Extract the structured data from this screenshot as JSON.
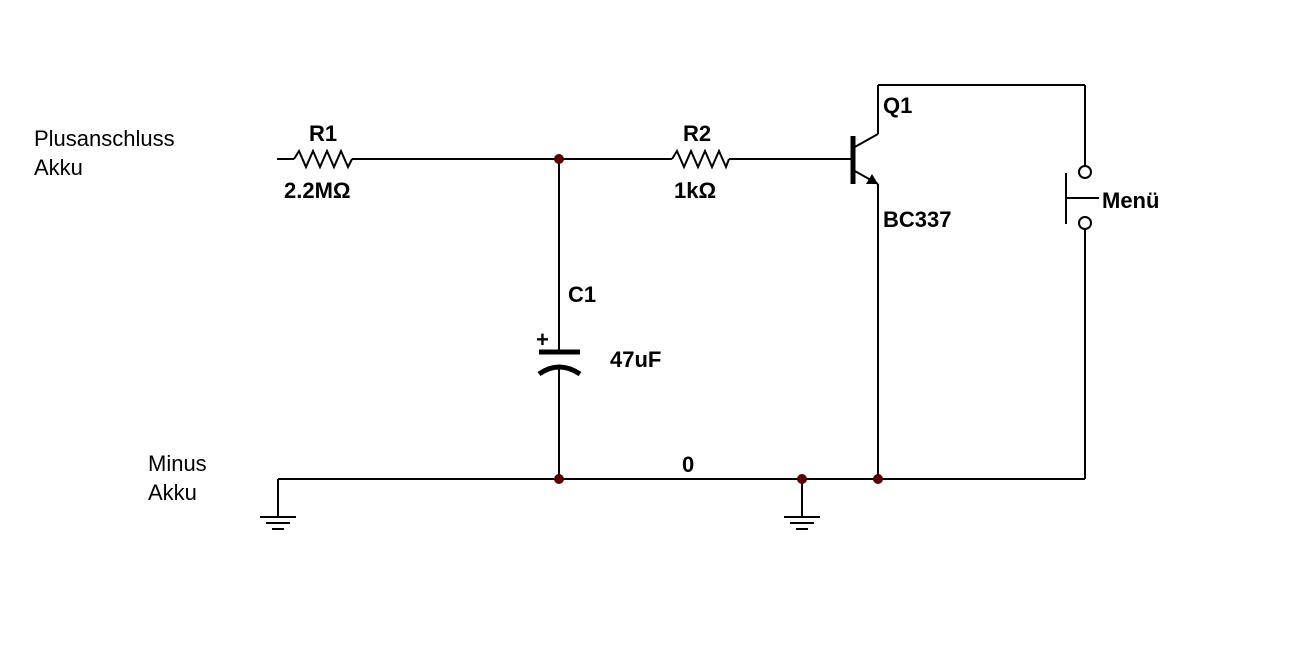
{
  "labels": {
    "plus_line1": "Plusanschluss",
    "plus_line2": "Akku",
    "minus_line1": "Minus",
    "minus_line2": "Akku",
    "r1_name": "R1",
    "r1_value": "2.2MΩ",
    "r2_name": "R2",
    "r2_value": "1kΩ",
    "c1_name": "C1",
    "c1_value": "47uF",
    "c1_polarity": "+",
    "q1_name": "Q1",
    "q1_type": "BC337",
    "switch_name": "Menü",
    "ground_net": "0"
  }
}
